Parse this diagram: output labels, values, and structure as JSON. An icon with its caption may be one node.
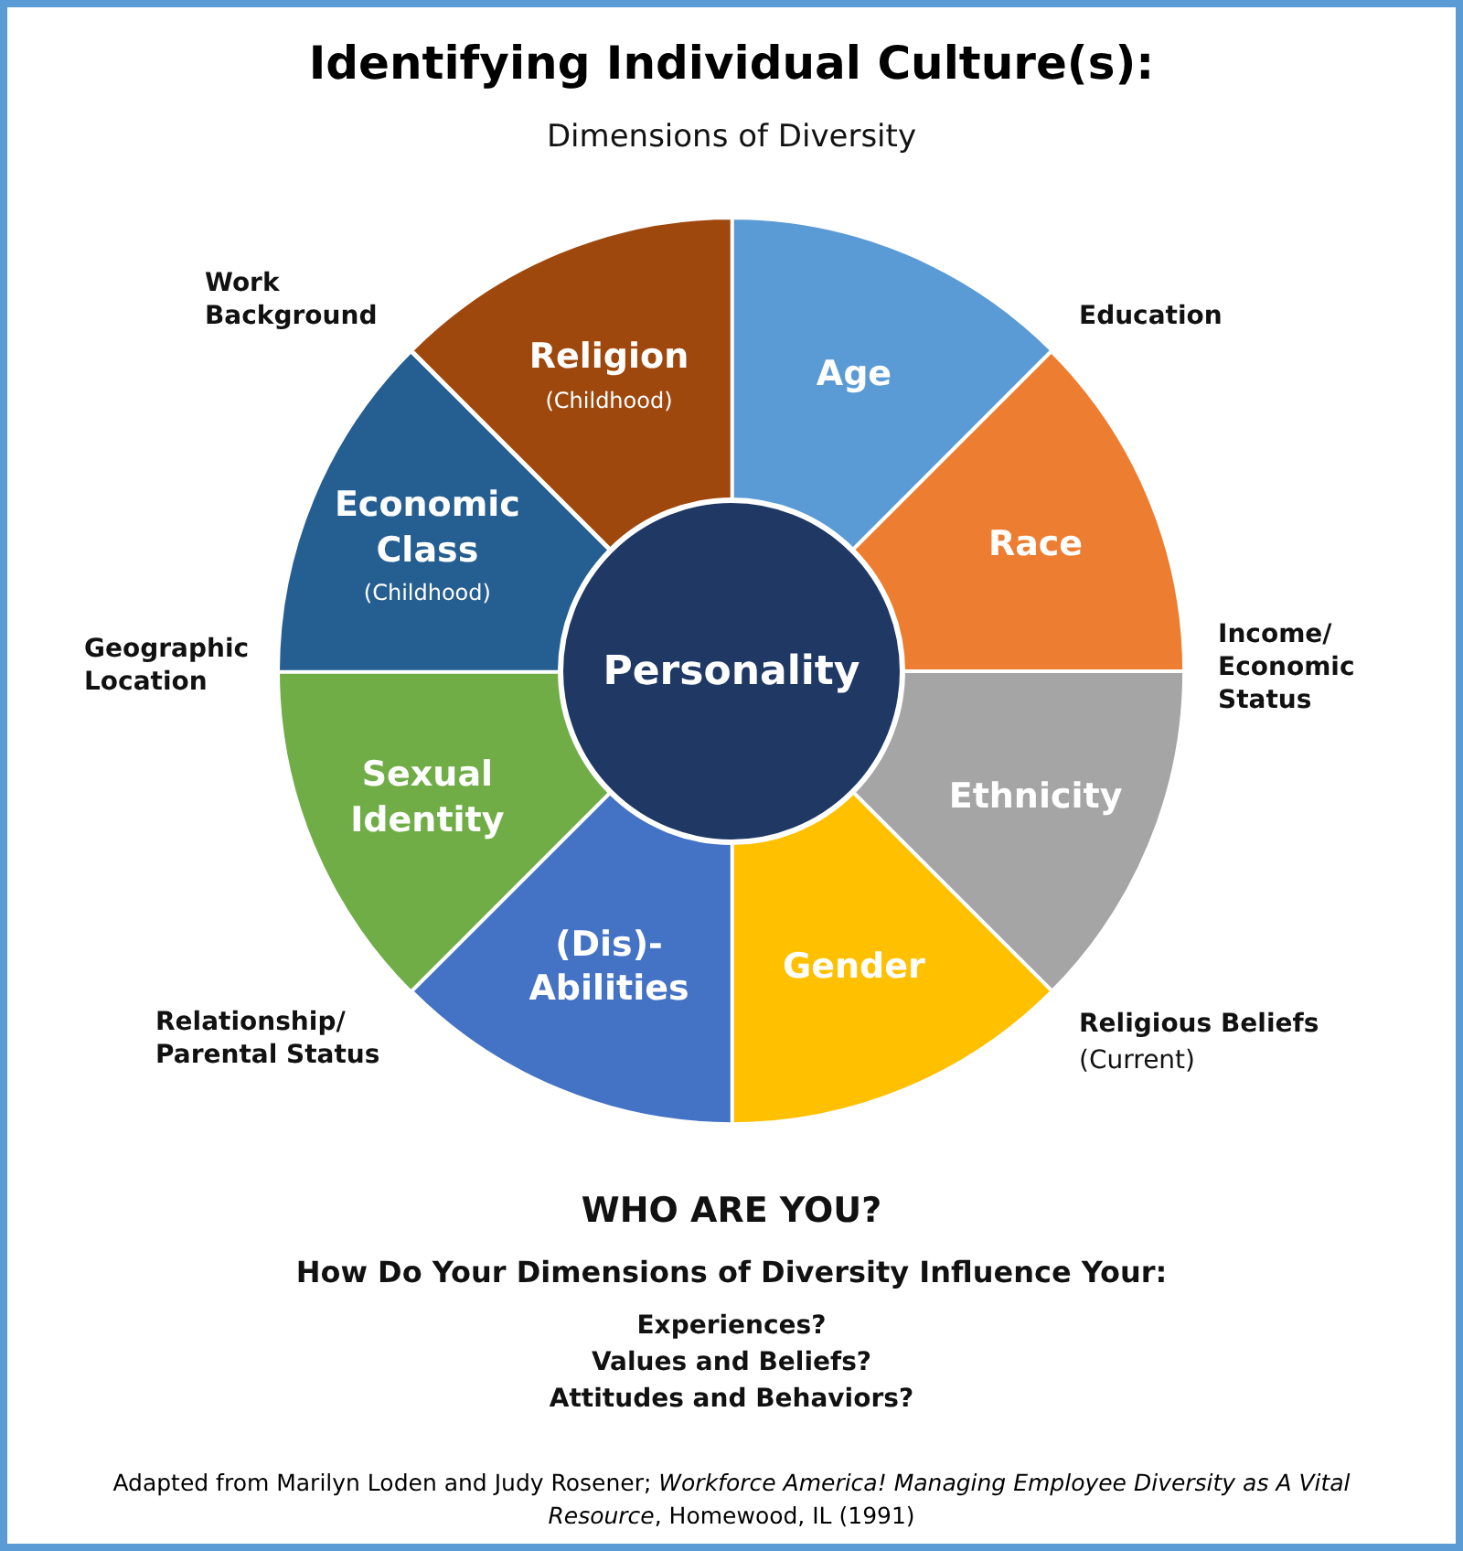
{
  "diagram": {
    "title": "Identifying Individual Culture(s):",
    "caption": "Adapted from Marilyn Loden and Judy Rosener; *Workforce America! Managing Employee Diversity as A Vital Resource*, Homewood, IL (1991)",
    "nodes": [
      {
        "text": [
          "Age"
        ]
      },
      {
        "text": [
          "Race"
        ]
      },
      {
        "text": [
          "Ethnicity"
        ]
      },
      {
        "text": [
          "Gender"
        ]
      },
      {
        "text": [
          "(Dis)- Abilities"
        ]
      },
      {
        "text": [
          "Sexual Identity"
        ]
      },
      {
        "text": [
          "Economic Class",
          "(Childhood)"
        ]
      },
      {
        "text": [
          "Religion",
          "(Childhood)"
        ]
      },
      {
        "text": [
          "Personality"
        ]
      }
    ],
    "edges": [],
    "labels": [
      "Dimensions of Diversity",
      "Work Background",
      "Education",
      "Income/ Economic Status",
      "Geographic Location",
      "Relationship/ Parental Status",
      "Religious Beliefs",
      "(Current)",
      "WHO ARE YOU?",
      "How Do Your Dimensions of Diversity Influence Your:",
      "Experiences?",
      "Values and Beliefs?",
      "Attitudes and Behaviors?"
    ]
  }
}
